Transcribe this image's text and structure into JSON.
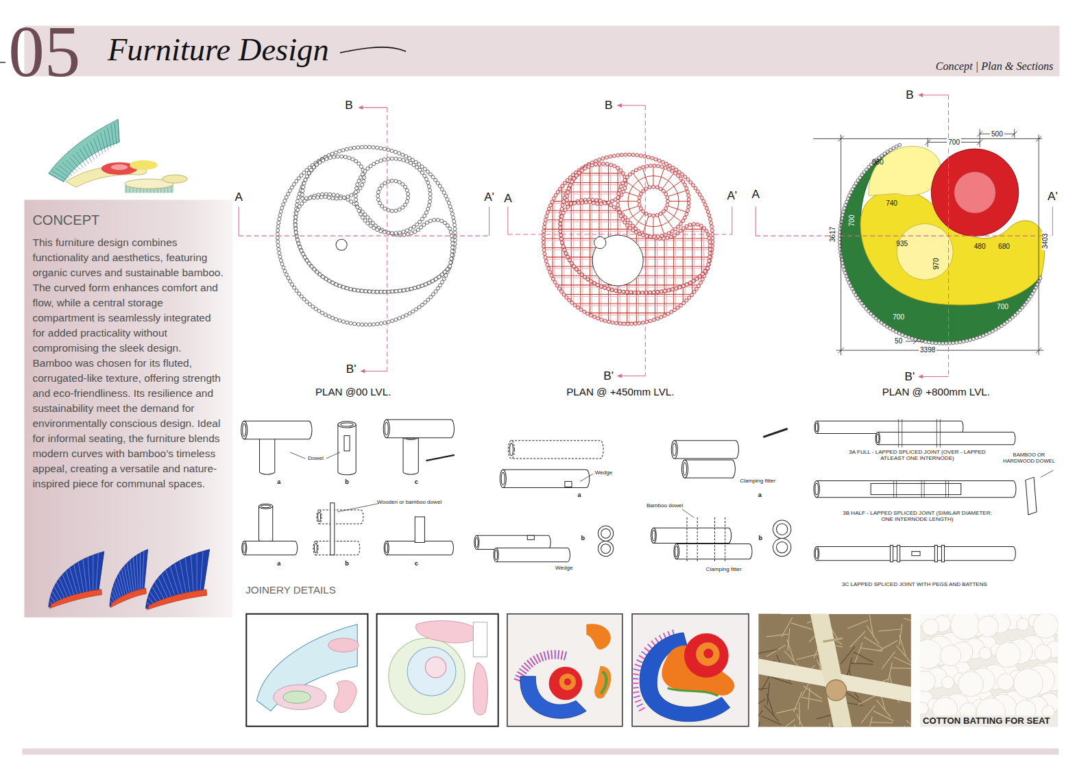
{
  "diagram": {
    "title": "Furniture Design",
    "nodes": [
      {
        "text": [
          "CONCEPT",
          "This furniture design combines functionality and aesthetics, featuring organic curves and sustainable bamboo. The curved form enhances comfort and flow, while a central storage compartment is seamlessly integrated for added practicality without compromising the sleek design.",
          "Bamboo was chosen for its fluted, corrugated-like texture, offering strength and eco-friendliness. Its resilience and sustainability meet the demand for environmentally conscious design. Ideal for informal seating, the furniture blends modern curves with bamboo’s timeless appeal, creating a versatile and nature-inspired piece for communal spaces."
        ]
      }
    ],
    "labels": [
      "05",
      "Concept | Plan & Sections",
      "B",
      "A",
      "A'",
      "B'",
      "PLAN @00 LVL.",
      "B",
      "A",
      "A'",
      "B'",
      "PLAN @ +450mm LVL.",
      "B",
      "A",
      "A'",
      "B'",
      "700",
      "500",
      "980",
      "740",
      "700",
      "935",
      "970",
      "480",
      "680",
      "700",
      "700",
      "3617",
      "3403",
      "50",
      "3398",
      "PLAN @ +800mm LVL.",
      "Dowel",
      "a",
      "b",
      "c",
      "a",
      "Wooden or bamboo dowel",
      "b",
      "c",
      "Wedge",
      "a",
      "b",
      "Wedge",
      "Clamping fitter",
      "a",
      "Bamboo dowel",
      "b",
      "Clamping fitter",
      "3A FULL - LAPPED SPLICED JOINT (OVER - LAPPED ATLEAST ONE INTERNODE)",
      "BAMBOO OR HARDWOOD DOWEL",
      "3B HALF - LAPPED SPLICED JOINT (SIMILAR DIAMETER; ONE INTERNODE LENGTH)",
      "3C LAPPED SPLICED JOINT WITH PEGS AND BATTENS",
      "JOINERY DETAILS",
      "COTTON BATTING FOR SEAT"
    ]
  }
}
